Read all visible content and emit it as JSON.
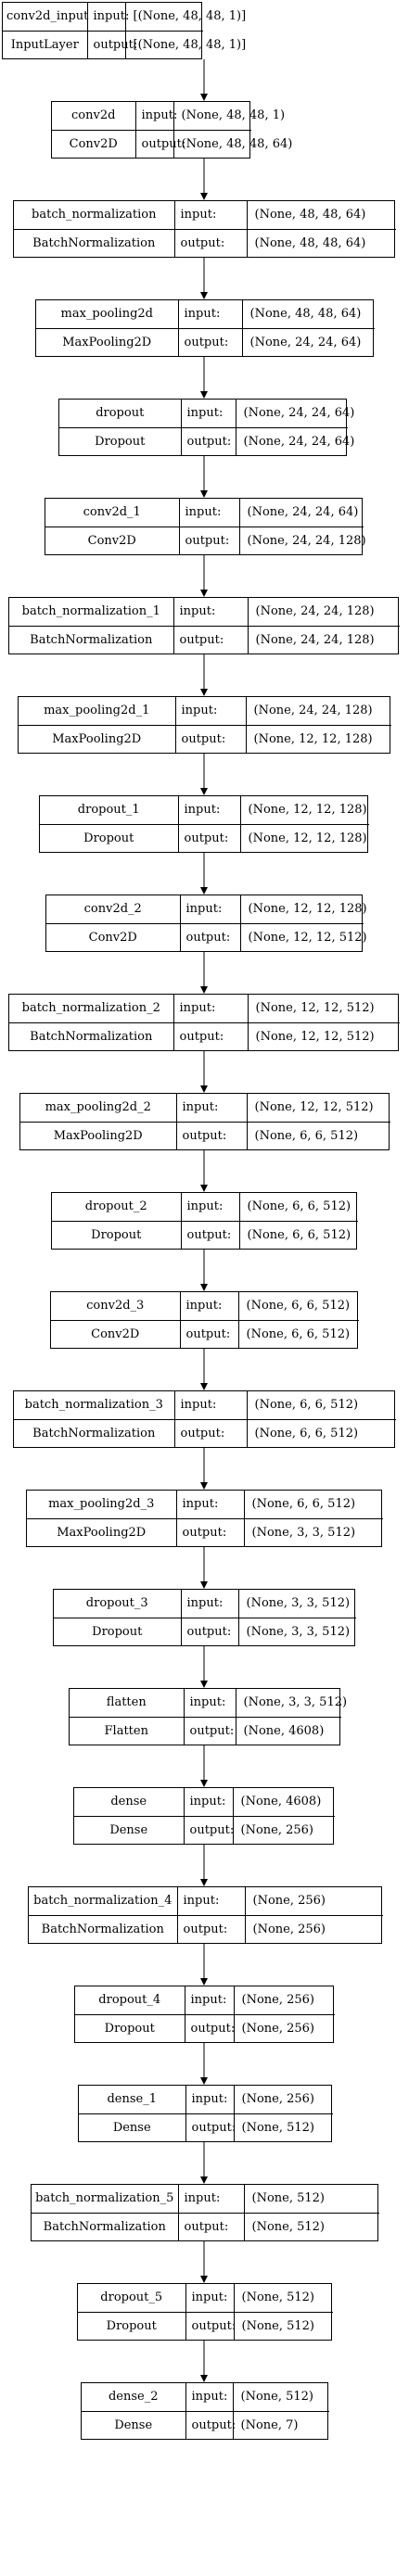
{
  "nodes": [
    {
      "name": "conv2d_input",
      "type": "InputLayer",
      "input": "[(None, 48, 48, 1)]",
      "output": "[(None, 48, 48, 1)]"
    },
    {
      "name": "conv2d",
      "type": "Conv2D",
      "input": "(None, 48, 48, 1)",
      "output": "(None, 48, 48, 64)"
    },
    {
      "name": "batch_normalization",
      "type": "BatchNormalization",
      "input": "(None, 48, 48, 64)",
      "output": "(None, 48, 48, 64)"
    },
    {
      "name": "max_pooling2d",
      "type": "MaxPooling2D",
      "input": "(None, 48, 48, 64)",
      "output": "(None, 24, 24, 64)"
    },
    {
      "name": "dropout",
      "type": "Dropout",
      "input": "(None, 24, 24, 64)",
      "output": "(None, 24, 24, 64)"
    },
    {
      "name": "conv2d_1",
      "type": "Conv2D",
      "input": "(None, 24, 24, 64)",
      "output": "(None, 24, 24, 128)"
    },
    {
      "name": "batch_normalization_1",
      "type": "BatchNormalization",
      "input": "(None, 24, 24, 128)",
      "output": "(None, 24, 24, 128)"
    },
    {
      "name": "max_pooling2d_1",
      "type": "MaxPooling2D",
      "input": "(None, 24, 24, 128)",
      "output": "(None, 12, 12, 128)"
    },
    {
      "name": "dropout_1",
      "type": "Dropout",
      "input": "(None, 12, 12, 128)",
      "output": "(None, 12, 12, 128)"
    },
    {
      "name": "conv2d_2",
      "type": "Conv2D",
      "input": "(None, 12, 12, 128)",
      "output": "(None, 12, 12, 512)"
    },
    {
      "name": "batch_normalization_2",
      "type": "BatchNormalization",
      "input": "(None, 12, 12, 512)",
      "output": "(None, 12, 12, 512)"
    },
    {
      "name": "max_pooling2d_2",
      "type": "MaxPooling2D",
      "input": "(None, 12, 12, 512)",
      "output": "(None, 6, 6, 512)"
    },
    {
      "name": "dropout_2",
      "type": "Dropout",
      "input": "(None, 6, 6, 512)",
      "output": "(None, 6, 6, 512)"
    },
    {
      "name": "conv2d_3",
      "type": "Conv2D",
      "input": "(None, 6, 6, 512)",
      "output": "(None, 6, 6, 512)"
    },
    {
      "name": "batch_normalization_3",
      "type": "BatchNormalization",
      "input": "(None, 6, 6, 512)",
      "output": "(None, 6, 6, 512)"
    },
    {
      "name": "max_pooling2d_3",
      "type": "MaxPooling2D",
      "input": "(None, 6, 6, 512)",
      "output": "(None, 3, 3, 512)"
    },
    {
      "name": "dropout_3",
      "type": "Dropout",
      "input": "(None, 3, 3, 512)",
      "output": "(None, 3, 3, 512)"
    },
    {
      "name": "flatten",
      "type": "Flatten",
      "input": "(None, 3, 3, 512)",
      "output": "(None, 4608)"
    },
    {
      "name": "dense",
      "type": "Dense",
      "input": "(None, 4608)",
      "output": "(None, 256)"
    },
    {
      "name": "batch_normalization_4",
      "type": "BatchNormalization",
      "input": "(None, 256)",
      "output": "(None, 256)"
    },
    {
      "name": "dropout_4",
      "type": "Dropout",
      "input": "(None, 256)",
      "output": "(None, 256)"
    },
    {
      "name": "dense_1",
      "type": "Dense",
      "input": "(None, 256)",
      "output": "(None, 512)"
    },
    {
      "name": "batch_normalization_5",
      "type": "BatchNormalization",
      "input": "(None, 512)",
      "output": "(None, 512)"
    },
    {
      "name": "dropout_5",
      "type": "Dropout",
      "input": "(None, 512)",
      "output": "(None, 512)"
    },
    {
      "name": "dense_2",
      "type": "Dense",
      "input": "(None, 512)",
      "output": "(None, 7)"
    }
  ],
  "labels": {
    "input": "input:",
    "output": "output:"
  }
}
